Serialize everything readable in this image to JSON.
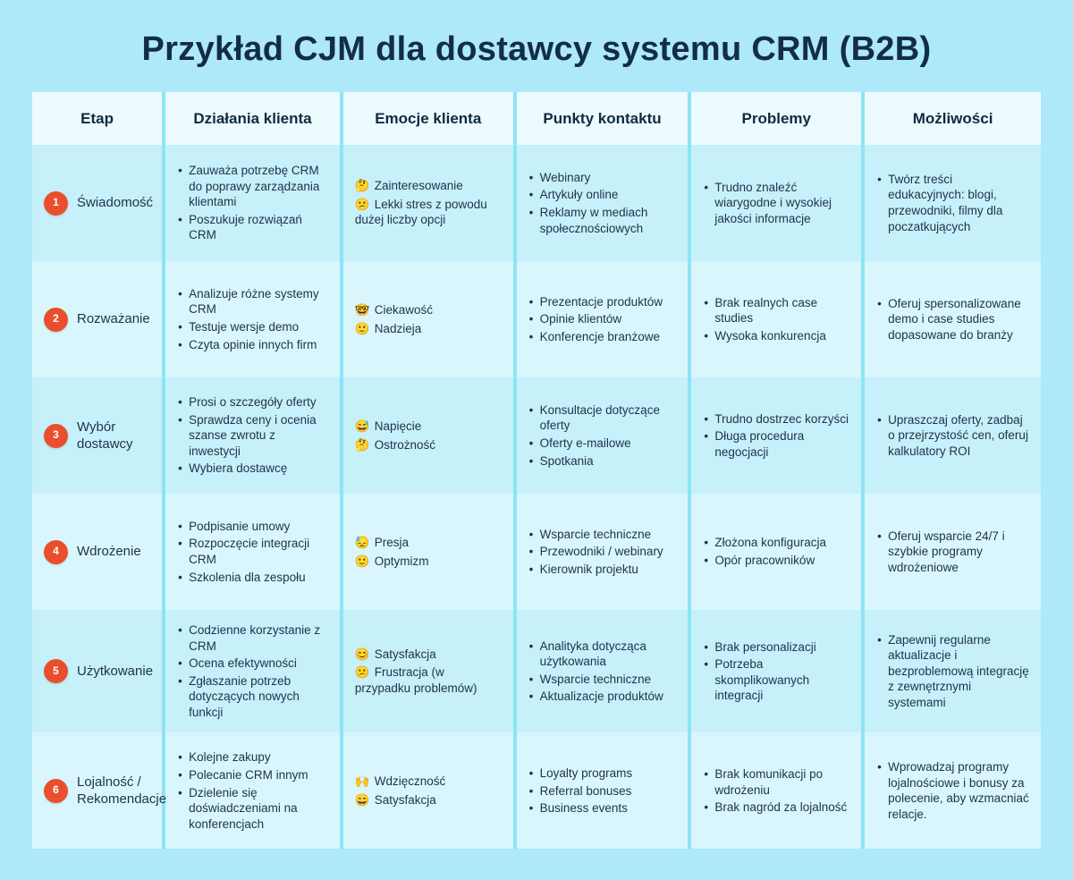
{
  "title": "Przykład CJM dla dostawcy systemu CRM (B2B)",
  "columns": [
    "Etap",
    "Działania klienta",
    "Emocje klienta",
    "Punkty kontaktu",
    "Problemy",
    "Możliwości"
  ],
  "colors": {
    "page_background": "#ade9f8",
    "header_cell": "#edfbfe",
    "row_odd": "#c6f0fa",
    "row_even": "#d9f6fd",
    "column_divider": "#8de4f5",
    "stage_badge": "#e94f2d",
    "title_text": "#132c49"
  },
  "chart_data": {
    "type": "table",
    "title": "Przykład CJM dla dostawcy systemu CRM (B2B)",
    "columns": [
      "Etap",
      "Działania klienta",
      "Emocje klienta",
      "Punkty kontaktu",
      "Problemy",
      "Możliwości"
    ],
    "rows": [
      {
        "number": "1",
        "stage": "Świadomość",
        "actions": [
          "Zauważa potrzebę CRM do poprawy zarządzania klientami",
          "Poszukuje rozwiązań CRM"
        ],
        "emotions": [
          {
            "emoji": "🤔",
            "text": "Zainteresowanie"
          },
          {
            "emoji": "😕",
            "text": "Lekki stres z powodu dużej liczby opcji"
          }
        ],
        "touchpoints": [
          "Webinary",
          "Artykuły online",
          "Reklamy w mediach społecznościowych"
        ],
        "problems": [
          "Trudno znaleźć wiarygodne i wysokiej jakości informacje"
        ],
        "opportunities": [
          "Twórz treści edukacyjnych: blogi, przewodniki, filmy dla poczatkujących"
        ]
      },
      {
        "number": "2",
        "stage": "Rozważanie",
        "actions": [
          "Analizuje różne systemy CRM",
          "Testuje wersje demo",
          "Czyta opinie innych firm"
        ],
        "emotions": [
          {
            "emoji": "🤓",
            "text": "Ciekawość"
          },
          {
            "emoji": "🙂",
            "text": "Nadzieja"
          }
        ],
        "touchpoints": [
          "Prezentacje produktów",
          "Opinie klientów",
          "Konferencje branżowe"
        ],
        "problems": [
          "Brak realnych case studies",
          "Wysoka konkurencja"
        ],
        "opportunities": [
          "Oferuj spersonalizowane demo i case studies dopasowane do branży"
        ]
      },
      {
        "number": "3",
        "stage": "Wybór dostawcy",
        "actions": [
          "Prosi o szczegóły oferty",
          "Sprawdza ceny i ocenia szanse zwrotu z inwestycji",
          "Wybiera dostawcę"
        ],
        "emotions": [
          {
            "emoji": "😅",
            "text": "Napięcie"
          },
          {
            "emoji": "🤔",
            "text": "Ostrożność"
          }
        ],
        "touchpoints": [
          "Konsultacje dotyczące oferty",
          "Oferty e-mailowe",
          "Spotkania"
        ],
        "problems": [
          "Trudno dostrzec korzyści",
          "Długa procedura negocjacji"
        ],
        "opportunities": [
          "Upraszczaj oferty, zadbaj o przejrzystość cen, oferuj kalkulatory ROI"
        ]
      },
      {
        "number": "4",
        "stage": "Wdrożenie",
        "actions": [
          "Podpisanie umowy",
          "Rozpoczęcie integracji CRM",
          "Szkolenia dla zespołu"
        ],
        "emotions": [
          {
            "emoji": "😓",
            "text": "Presja"
          },
          {
            "emoji": "🙂",
            "text": "Optymizm"
          }
        ],
        "touchpoints": [
          "Wsparcie techniczne",
          "Przewodniki / webinary",
          "Kierownik projektu"
        ],
        "problems": [
          "Złożona konfiguracja",
          "Opór pracowników"
        ],
        "opportunities": [
          "Oferuj wsparcie 24/7 i szybkie programy wdrożeniowe"
        ]
      },
      {
        "number": "5",
        "stage": "Użytkowanie",
        "actions": [
          "Codzienne korzystanie z CRM",
          "Ocena efektywności",
          "Zgłaszanie potrzeb dotyczących nowych funkcji"
        ],
        "emotions": [
          {
            "emoji": "😊",
            "text": "Satysfakcja"
          },
          {
            "emoji": "😕",
            "text": "Frustracja (w przypadku problemów)"
          }
        ],
        "touchpoints": [
          "Analityka dotycząca użytkowania",
          "Wsparcie techniczne",
          "Aktualizacje produktów"
        ],
        "problems": [
          "Brak personalizacji",
          "Potrzeba skomplikowanych integracji"
        ],
        "opportunities": [
          "Zapewnij regularne aktualizacje i bezproblemową integrację z zewnętrznymi systemami"
        ]
      },
      {
        "number": "6",
        "stage": "Lojalność / Rekomendacje",
        "actions": [
          "Kolejne zakupy",
          "Polecanie CRM innym",
          "Dzielenie się doświadczeniami na konferencjach"
        ],
        "emotions": [
          {
            "emoji": "🙌",
            "text": "Wdzięczność"
          },
          {
            "emoji": "😄",
            "text": "Satysfakcja"
          }
        ],
        "touchpoints": [
          "Loyalty programs",
          "Referral bonuses",
          "Business events"
        ],
        "problems": [
          "Brak komunikacji po wdrożeniu",
          "Brak nagród za lojalność"
        ],
        "opportunities": [
          "Wprowadzaj programy lojalnościowe i bonusy za polecenie, aby wzmacniać relacje."
        ]
      }
    ]
  }
}
